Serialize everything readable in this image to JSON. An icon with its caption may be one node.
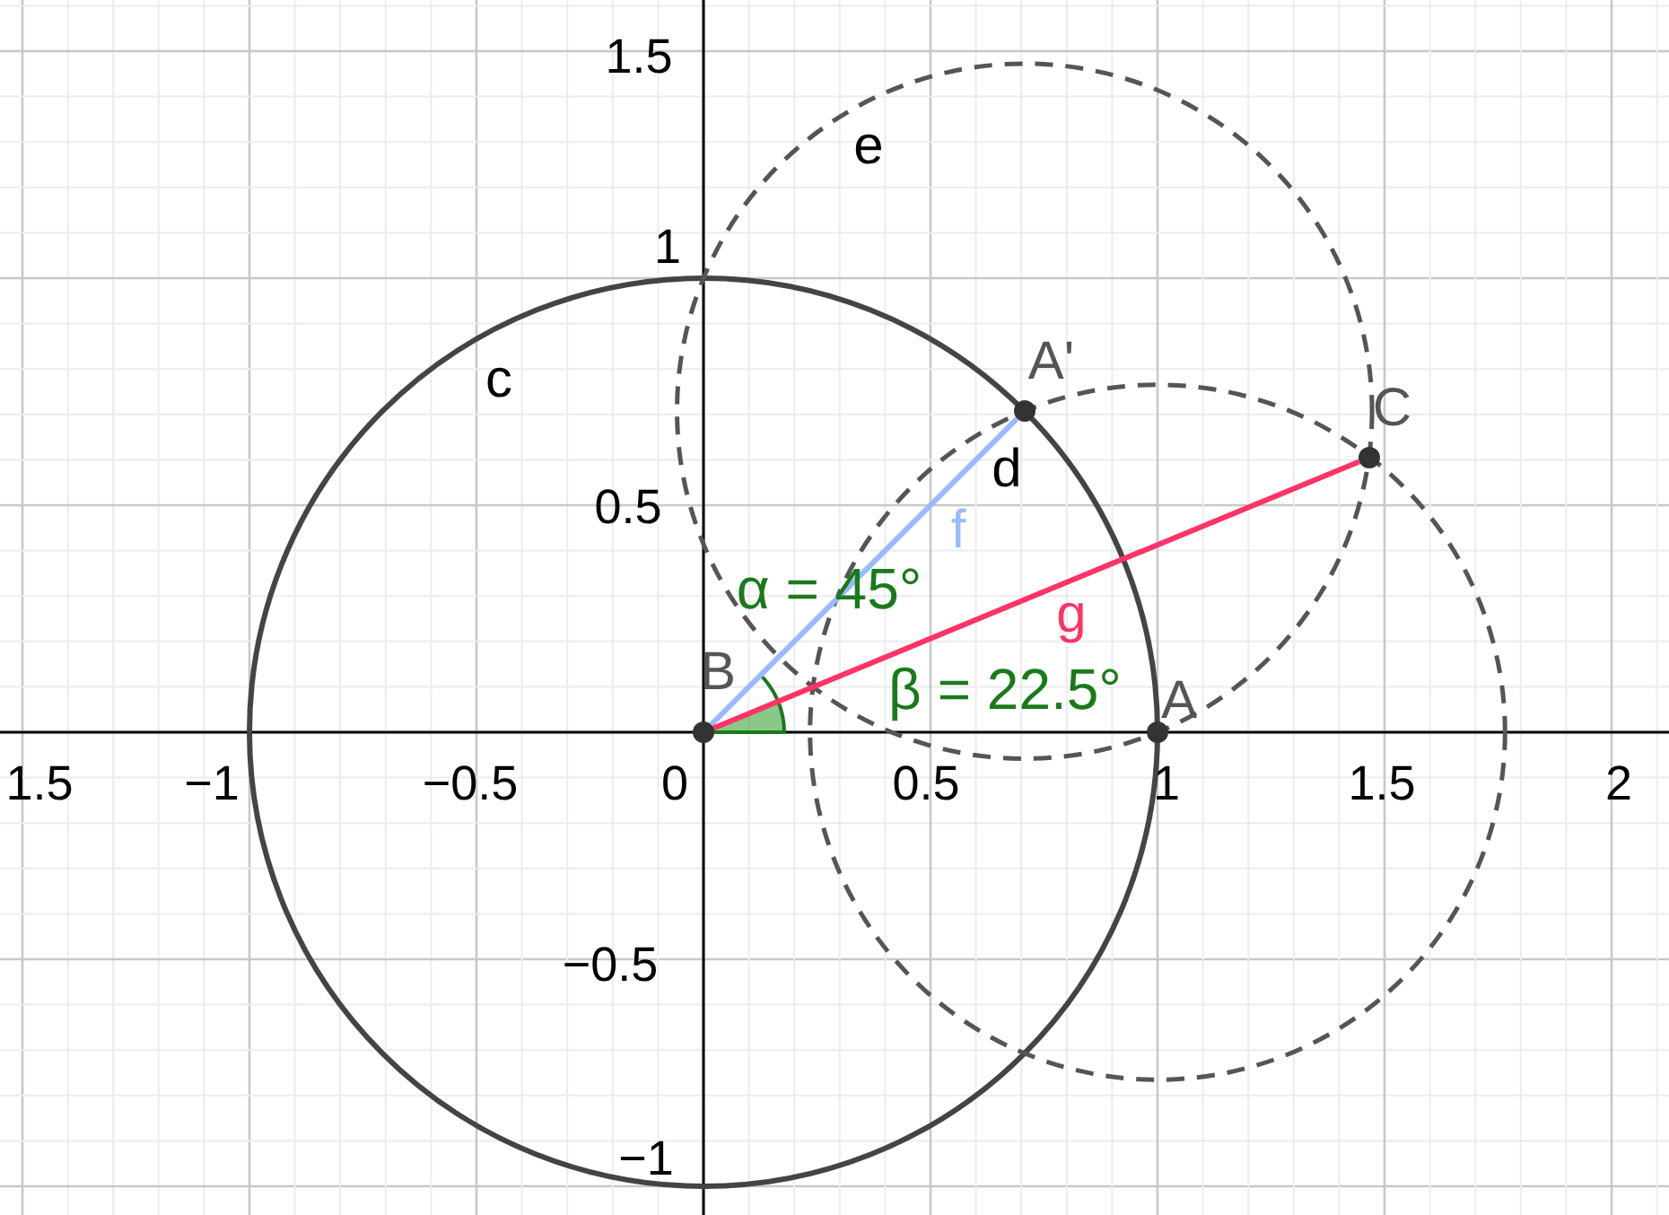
{
  "diagram": {
    "nodes": [
      {
        "text": [
          "B"
        ]
      },
      {
        "text": [
          "A"
        ]
      },
      {
        "text": [
          "A'"
        ]
      },
      {
        "text": [
          "C"
        ]
      }
    ],
    "edges": [
      {
        "from": 0,
        "to": 2,
        "arrow": "none",
        "label": "f",
        "color": "#99bbff"
      },
      {
        "from": 0,
        "to": 3,
        "arrow": "none",
        "label": "g",
        "color": "#ff3366"
      }
    ],
    "labels": [
      "1.5",
      "1",
      "0.5",
      "−0.5",
      "−1",
      "1.5",
      "−1",
      "−0.5",
      "0",
      "0.5",
      "1",
      "1.5",
      "2",
      "e",
      "c",
      "d",
      "α = 45°",
      "β = 22.5°"
    ]
  }
}
